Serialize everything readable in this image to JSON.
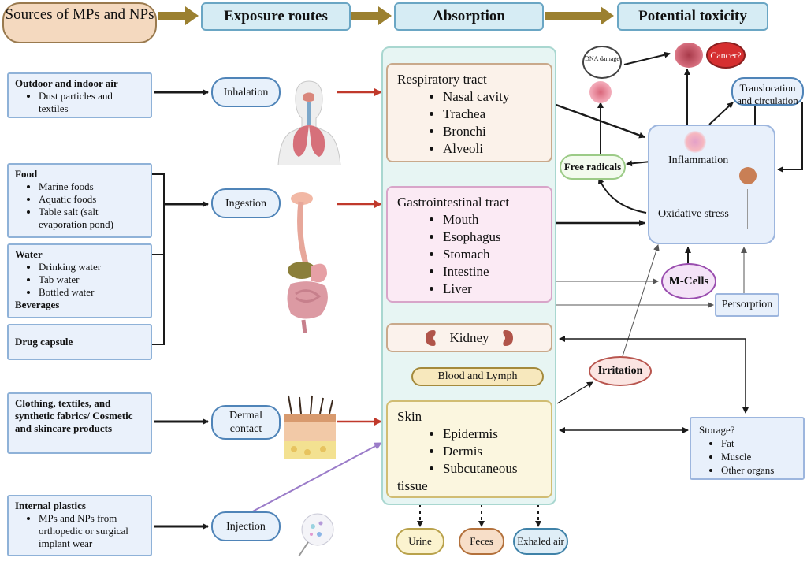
{
  "headers": {
    "sources": "Sources of MPs and NPs",
    "exposure": "Exposure routes",
    "absorption": "Absorption",
    "toxicity": "Potential toxicity"
  },
  "sources": {
    "air": {
      "title": "Outdoor and indoor air",
      "items": [
        "Dust particles and textiles"
      ]
    },
    "food": {
      "title": "Food",
      "items": [
        "Marine foods",
        "Aquatic  foods",
        "Table salt (salt evaporation pond)"
      ]
    },
    "water": {
      "title": "Water",
      "items": [
        "Drinking water",
        "Tab water",
        "Bottled water"
      ],
      "extra": "Beverages"
    },
    "drug": {
      "title": "Drug capsule"
    },
    "clothing": {
      "title": "Clothing, textiles, and synthetic fabrics/ Cosmetic and skincare products"
    },
    "internal": {
      "title": "Internal plastics",
      "items": [
        "MPs and NPs from orthopedic or surgical implant wear"
      ]
    }
  },
  "routes": {
    "inhalation": "Inhalation",
    "ingestion": "Ingestion",
    "dermal": "Dermal contact",
    "injection": "Injection"
  },
  "absorption": {
    "respiratory": {
      "title": "Respiratory tract",
      "items": [
        "Nasal cavity",
        "Trachea",
        "Bronchi",
        "Alveoli"
      ]
    },
    "gi": {
      "title": "Gastrointestinal tract",
      "items": [
        "Mouth",
        "Esophagus",
        "Stomach",
        "Intestine",
        "Liver"
      ]
    },
    "kidney": "Kidney",
    "blood": "Blood and Lymph",
    "skin": {
      "title": "Skin",
      "items": [
        "Epidermis",
        "Dermis",
        "Subcutaneous"
      ],
      "tail": "tissue"
    }
  },
  "excretion": {
    "urine": "Urine",
    "feces": "Feces",
    "exhaled": "Exhaled air"
  },
  "toxicity": {
    "dna": "DNA damage",
    "cancer": "Cancer?",
    "translocation": "Translocation and circulation",
    "free_radicals": "Free radicals",
    "inflammation": "Inflammation",
    "oxidative": "Oxidative stress",
    "mcells": "M-Cells",
    "persorption": "Persorption",
    "irritation": "Irritation",
    "storage": {
      "title": "Storage?",
      "items": [
        "Fat",
        "Muscle",
        "Other organs"
      ]
    }
  },
  "colors": {
    "header_arrow": "#9b8030",
    "inhale_arrow": "#c0392b",
    "injection_arrow": "#9b7cc9",
    "line": "#1a1a1a"
  },
  "icons": [
    "lungs-illustration",
    "digestive-system-illustration",
    "skin-layers-illustration",
    "kidney-icon",
    "syringe-illustration",
    "cell-icon"
  ]
}
